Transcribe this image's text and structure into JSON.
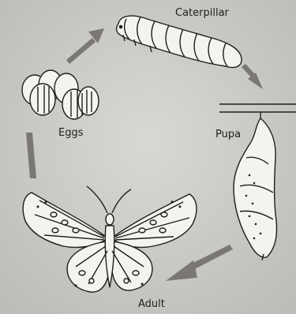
{
  "labels": {
    "caterpillar": "Caterpillar",
    "pupa": "Pupa",
    "eggs": "Eggs",
    "adult": "Adult"
  },
  "colors": {
    "background": "#cfcfcb",
    "arrow": "#7a7774",
    "ink": "#1e1e1e"
  }
}
